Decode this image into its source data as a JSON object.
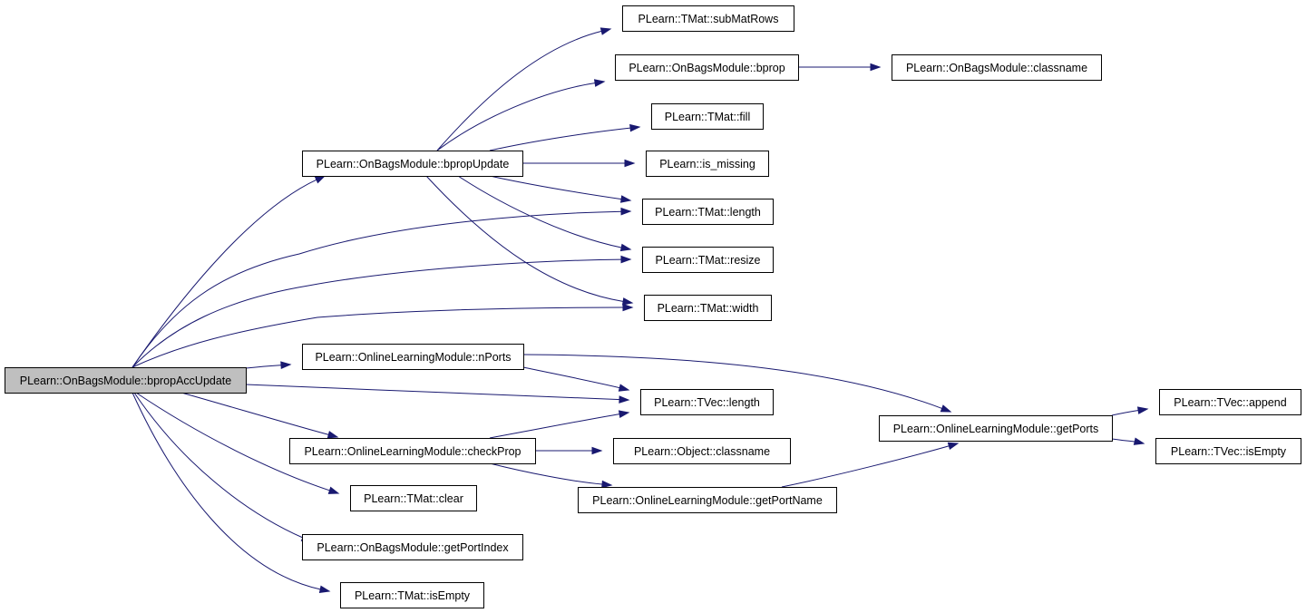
{
  "graph": {
    "root": "bpropAccUpdate",
    "colors": {
      "edge": "#191970",
      "root_fill": "#bfbfbf",
      "node_fill": "#ffffff",
      "border": "#000000"
    },
    "nodes": [
      {
        "id": "bpropAccUpdate",
        "label": "PLearn::OnBagsModule::bpropAccUpdate"
      },
      {
        "id": "subMatRows",
        "label": "PLearn::TMat::subMatRows"
      },
      {
        "id": "bprop",
        "label": "PLearn::OnBagsModule::bprop"
      },
      {
        "id": "obm_classname",
        "label": "PLearn::OnBagsModule::classname"
      },
      {
        "id": "fill",
        "label": "PLearn::TMat::fill"
      },
      {
        "id": "bpropUpdate",
        "label": "PLearn::OnBagsModule::bpropUpdate"
      },
      {
        "id": "is_missing",
        "label": "PLearn::is_missing"
      },
      {
        "id": "tmat_length",
        "label": "PLearn::TMat::length"
      },
      {
        "id": "resize",
        "label": "PLearn::TMat::resize"
      },
      {
        "id": "width",
        "label": "PLearn::TMat::width"
      },
      {
        "id": "nPorts",
        "label": "PLearn::OnlineLearningModule::nPorts"
      },
      {
        "id": "tvec_length",
        "label": "PLearn::TVec::length"
      },
      {
        "id": "getPorts",
        "label": "PLearn::OnlineLearningModule::getPorts"
      },
      {
        "id": "append",
        "label": "PLearn::TVec::append"
      },
      {
        "id": "checkProp",
        "label": "PLearn::OnlineLearningModule::checkProp"
      },
      {
        "id": "obj_classname",
        "label": "PLearn::Object::classname"
      },
      {
        "id": "tvec_isEmpty",
        "label": "PLearn::TVec::isEmpty"
      },
      {
        "id": "getPortName",
        "label": "PLearn::OnlineLearningModule::getPortName"
      },
      {
        "id": "clear",
        "label": "PLearn::TMat::clear"
      },
      {
        "id": "getPortIndex",
        "label": "PLearn::OnBagsModule::getPortIndex"
      },
      {
        "id": "tmat_isEmpty",
        "label": "PLearn::TMat::isEmpty"
      }
    ],
    "edges": [
      [
        "bpropAccUpdate",
        "bpropUpdate"
      ],
      [
        "bpropAccUpdate",
        "tmat_length"
      ],
      [
        "bpropAccUpdate",
        "resize"
      ],
      [
        "bpropAccUpdate",
        "width"
      ],
      [
        "bpropAccUpdate",
        "nPorts"
      ],
      [
        "bpropAccUpdate",
        "tvec_length"
      ],
      [
        "bpropAccUpdate",
        "checkProp"
      ],
      [
        "bpropAccUpdate",
        "clear"
      ],
      [
        "bpropAccUpdate",
        "getPortIndex"
      ],
      [
        "bpropAccUpdate",
        "tmat_isEmpty"
      ],
      [
        "bpropUpdate",
        "subMatRows"
      ],
      [
        "bpropUpdate",
        "bprop"
      ],
      [
        "bpropUpdate",
        "fill"
      ],
      [
        "bpropUpdate",
        "is_missing"
      ],
      [
        "bpropUpdate",
        "tmat_length"
      ],
      [
        "bpropUpdate",
        "resize"
      ],
      [
        "bpropUpdate",
        "width"
      ],
      [
        "bprop",
        "obm_classname"
      ],
      [
        "nPorts",
        "tvec_length"
      ],
      [
        "nPorts",
        "getPorts"
      ],
      [
        "checkProp",
        "tvec_length"
      ],
      [
        "checkProp",
        "obj_classname"
      ],
      [
        "checkProp",
        "getPortName"
      ],
      [
        "getPortName",
        "getPorts"
      ],
      [
        "getPorts",
        "append"
      ],
      [
        "getPorts",
        "tvec_isEmpty"
      ]
    ]
  }
}
